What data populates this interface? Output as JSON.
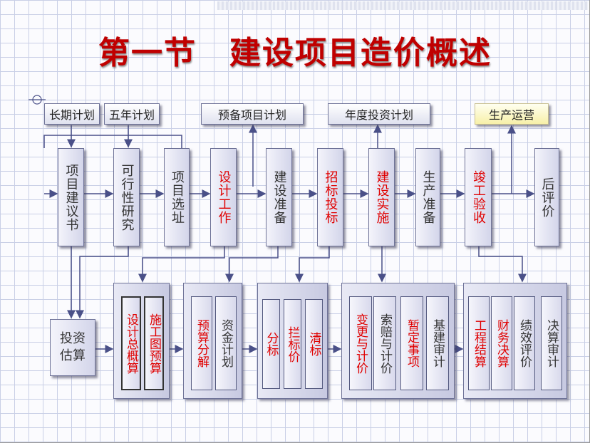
{
  "title": "第一节　建设项目造价概述",
  "plans": {
    "long_term": "长期计划",
    "five_year": "五年计划",
    "reserve_project": "预备项目计划",
    "annual_investment": "年度投资计划",
    "production_operation": "生产运营"
  },
  "stages": {
    "proposal": "项目建议书",
    "feasibility": "可行性研究",
    "site_selection": "项目选址",
    "design": "设计工作",
    "construction_prep": "建设准备",
    "bidding": "招标投标",
    "implementation": "建设实施",
    "production_prep": "生产准备",
    "acceptance": "竣工验收",
    "post_evaluation": "后评价"
  },
  "estimate": "投资估算",
  "groups": {
    "design_budget": [
      "设计总概算",
      "施工图预算"
    ],
    "budget_plan": [
      "预算分解",
      "资金计划"
    ],
    "bid": [
      "分标",
      "拦标价",
      "清标"
    ],
    "execution": [
      "变更与计价",
      "索赔与计价",
      "暂定事项",
      "基建审计"
    ],
    "settlement": [
      "工程结算",
      "财务决算",
      "绩效评价",
      "决算审计"
    ]
  },
  "colors": {
    "title": "#c00000",
    "highlight": "#e00000",
    "grid": "#c9cfe6",
    "box_border": "#6f7398"
  }
}
